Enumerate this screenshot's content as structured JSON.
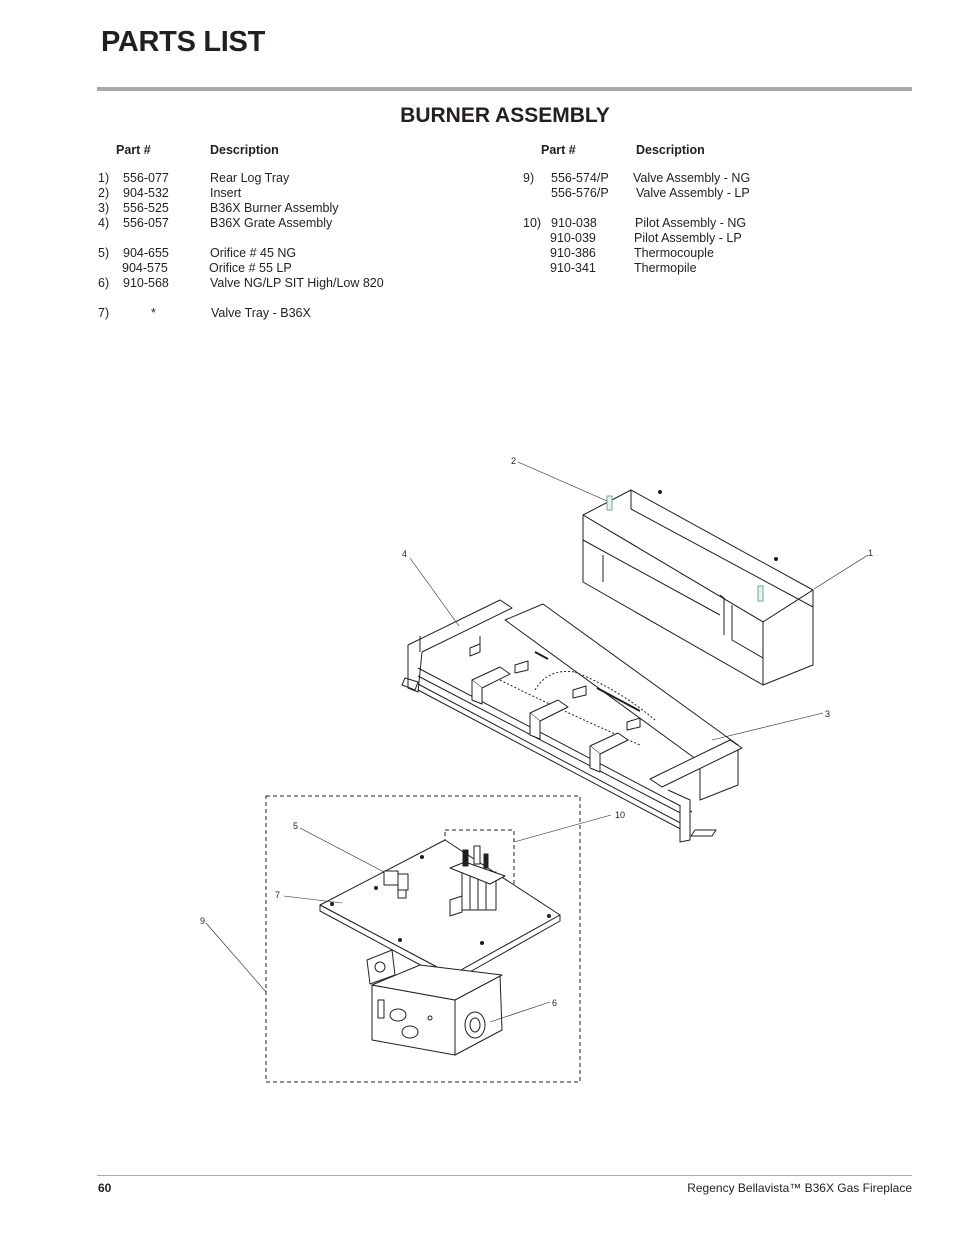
{
  "page": {
    "title": "PARTS LIST",
    "section_title": "BURNER ASSEMBLY",
    "page_number": "60",
    "footer_title": "Regency Bellavista™ B36X  Gas Fireplace"
  },
  "columns": {
    "left": {
      "part_header": "Part #",
      "desc_header": "Description"
    },
    "right": {
      "part_header": "Part #",
      "desc_header": "Description"
    }
  },
  "parts_left": [
    {
      "num": "1)",
      "part": "556-077",
      "desc": "Rear Log Tray"
    },
    {
      "num": "2)",
      "part": "904-532",
      "desc": "Insert"
    },
    {
      "num": "3)",
      "part": "556-525",
      "desc": "B36X Burner Assembly"
    },
    {
      "num": "4)",
      "part": "556-057",
      "desc": "B36X Grate Assembly"
    },
    {
      "num": "5)",
      "part": "904-655",
      "desc": "Orifice # 45 NG"
    },
    {
      "num": "",
      "part": "904-575",
      "desc": "Orifice # 55 LP"
    },
    {
      "num": "6)",
      "part": "910-568",
      "desc": "Valve NG/LP SIT High/Low 820"
    },
    {
      "num": "7)",
      "part": "*",
      "desc": "Valve Tray - B36X"
    }
  ],
  "parts_right": [
    {
      "num": "9)",
      "part": "556-574/P",
      "desc": "Valve Assembly - NG"
    },
    {
      "num": "",
      "part": "556-576/P",
      "desc": "Valve Assembly - LP"
    },
    {
      "num": "10)",
      "part": "910-038",
      "desc": "Pilot Assembly - NG"
    },
    {
      "num": "",
      "part": "910-039",
      "desc": "Pilot Assembly - LP"
    },
    {
      "num": "",
      "part": "910-386",
      "desc": "Thermocouple"
    },
    {
      "num": "",
      "part": "910-341",
      "desc": "Thermopile"
    }
  ],
  "diagram": {
    "callouts": [
      "1",
      "2",
      "3",
      "4",
      "5",
      "6",
      "7",
      "9",
      "10"
    ]
  }
}
